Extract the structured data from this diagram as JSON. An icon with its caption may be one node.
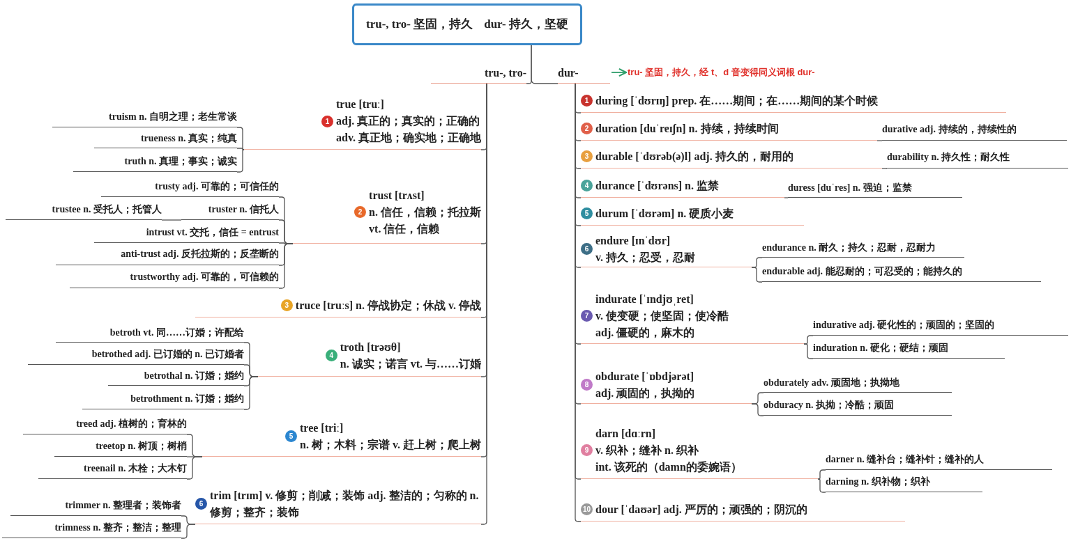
{
  "diagram": {
    "nodes": [
      {
        "text": [
          "tru-, tro- 坚固，持久",
          "dur- 持久，坚硬"
        ]
      },
      {
        "text": [
          "tru-, tro-"
        ]
      },
      {
        "text": [
          "dur-"
        ]
      },
      {
        "text": [
          "tru- 坚固，持久，经 t、d 音变得同义词根 dur-"
        ]
      },
      {
        "text": [
          "1",
          "true [truː]",
          "adj. 真正的；真实的；正确的",
          "adv. 真正地；确实地；正确地"
        ]
      },
      {
        "text": [
          "truism n. 自明之理；老生常谈"
        ]
      },
      {
        "text": [
          "trueness n. 真实；纯真"
        ]
      },
      {
        "text": [
          "truth n. 真理；事实；诚实"
        ]
      },
      {
        "text": [
          "2",
          "trust [trʌst]",
          "n. 信任，信赖；托拉斯",
          "vt. 信任，信赖"
        ]
      },
      {
        "text": [
          "trusty adj. 可靠的；可信任的"
        ]
      },
      {
        "text": [
          "trustee n. 受托人；托管人"
        ]
      },
      {
        "text": [
          "truster n. 信托人"
        ]
      },
      {
        "text": [
          "intrust vt. 交托，信任 = entrust"
        ]
      },
      {
        "text": [
          "anti-trust adj. 反托拉斯的；反垄断的"
        ]
      },
      {
        "text": [
          "trustworthy adj. 可靠的，可信赖的"
        ]
      },
      {
        "text": [
          "3",
          "truce [truːs] n. 停战协定；休战 v. 停战"
        ]
      },
      {
        "text": [
          "4",
          "troth [trəʊθ]",
          "n. 诚实；诺言 vt. 与……订婚"
        ]
      },
      {
        "text": [
          "betroth vt. 同……订婚；许配给"
        ]
      },
      {
        "text": [
          "betrothed adj. 已订婚的 n. 已订婚者"
        ]
      },
      {
        "text": [
          "betrothal n. 订婚；婚约"
        ]
      },
      {
        "text": [
          "betrothment n. 订婚；婚约"
        ]
      },
      {
        "text": [
          "5",
          "tree [triː]",
          "n. 树；木料；宗谱 v. 赶上树；爬上树"
        ]
      },
      {
        "text": [
          "treed adj. 植树的；育林的"
        ]
      },
      {
        "text": [
          "treetop n. 树顶；树梢"
        ]
      },
      {
        "text": [
          "treenail n. 木栓；大木钉"
        ]
      },
      {
        "text": [
          "6",
          "trim [trɪm] v. 修剪；削减；装饰 adj. 整洁的；匀称的 n. 修剪；整齐；装饰"
        ]
      },
      {
        "text": [
          "trimmer n. 整理者；装饰者"
        ]
      },
      {
        "text": [
          "trimness n. 整齐；整洁；整理"
        ]
      },
      {
        "text": [
          "1",
          "during [ˈdʊrɪŋ] prep. 在……期间；在……期间的某个时候"
        ]
      },
      {
        "text": [
          "2",
          "duration [duˈreɪʃn] n. 持续，持续时间"
        ]
      },
      {
        "text": [
          "durative adj. 持续的，持续性的"
        ]
      },
      {
        "text": [
          "3",
          "durable [ˈdʊrəb(ə)l] adj. 持久的，耐用的"
        ]
      },
      {
        "text": [
          "durability n. 持久性；耐久性"
        ]
      },
      {
        "text": [
          "4",
          "durance [ˈdʊrəns] n. 监禁"
        ]
      },
      {
        "text": [
          "duress [duˈres] n. 强迫；监禁"
        ]
      },
      {
        "text": [
          "5",
          "durum [ˈdʊrəm] n. 硬质小麦"
        ]
      },
      {
        "text": [
          "6",
          "endure [ɪnˈdʊr]",
          "v. 持久；忍受，忍耐"
        ]
      },
      {
        "text": [
          "endurance n. 耐久；持久；忍耐，忍耐力"
        ]
      },
      {
        "text": [
          "endurable adj. 能忍耐的；可忍受的；能持久的"
        ]
      },
      {
        "text": [
          "7",
          "indurate [ˈɪndjʊˌret]",
          "v. 使变硬；使坚固；使冷酷",
          "adj. 僵硬的，麻木的"
        ]
      },
      {
        "text": [
          "indurative adj. 硬化性的；顽固的；坚固的"
        ]
      },
      {
        "text": [
          "induration n. 硬化；硬结；顽固"
        ]
      },
      {
        "text": [
          "8",
          "obdurate [ˈɒbdjərət]",
          "adj. 顽固的，执拗的"
        ]
      },
      {
        "text": [
          "obdurately adv. 顽固地；执拗地"
        ]
      },
      {
        "text": [
          "obduracy n. 执拗；冷酷；顽固"
        ]
      },
      {
        "text": [
          "9",
          "darn [dɑːrn]",
          "v. 织补；缝补 n. 织补",
          "int. 该死的（damn的委婉语）"
        ]
      },
      {
        "text": [
          "darner n. 缝补台；缝补针；缝补的人"
        ]
      },
      {
        "text": [
          "darning n. 织补物；织补"
        ]
      },
      {
        "text": [
          "10",
          "dour [ˈdaʊər] adj. 严厉的；顽强的；阴沉的"
        ]
      }
    ],
    "edges": [
      {
        "from": 0,
        "to": 1,
        "arrow": "none"
      },
      {
        "from": 0,
        "to": 2,
        "arrow": "none"
      },
      {
        "from": 2,
        "to": 3,
        "arrow": "to",
        "color": "#2e9e6a"
      },
      {
        "from": 1,
        "to": 4,
        "arrow": "none"
      },
      {
        "from": 4,
        "to": 5,
        "arrow": "none"
      },
      {
        "from": 4,
        "to": 6,
        "arrow": "none"
      },
      {
        "from": 4,
        "to": 7,
        "arrow": "none"
      },
      {
        "from": 1,
        "to": 8,
        "arrow": "none"
      },
      {
        "from": 8,
        "to": 9,
        "arrow": "none"
      },
      {
        "from": 8,
        "to": 11,
        "arrow": "none"
      },
      {
        "from": 11,
        "to": 10,
        "arrow": "none"
      },
      {
        "from": 8,
        "to": 12,
        "arrow": "none"
      },
      {
        "from": 8,
        "to": 13,
        "arrow": "none"
      },
      {
        "from": 8,
        "to": 14,
        "arrow": "none"
      },
      {
        "from": 1,
        "to": 15,
        "arrow": "none"
      },
      {
        "from": 1,
        "to": 16,
        "arrow": "none"
      },
      {
        "from": 16,
        "to": 17,
        "arrow": "none"
      },
      {
        "from": 16,
        "to": 18,
        "arrow": "none"
      },
      {
        "from": 16,
        "to": 19,
        "arrow": "none"
      },
      {
        "from": 16,
        "to": 20,
        "arrow": "none"
      },
      {
        "from": 1,
        "to": 21,
        "arrow": "none"
      },
      {
        "from": 21,
        "to": 22,
        "arrow": "none"
      },
      {
        "from": 21,
        "to": 23,
        "arrow": "none"
      },
      {
        "from": 21,
        "to": 24,
        "arrow": "none"
      },
      {
        "from": 1,
        "to": 25,
        "arrow": "none"
      },
      {
        "from": 25,
        "to": 26,
        "arrow": "none"
      },
      {
        "from": 25,
        "to": 27,
        "arrow": "none"
      },
      {
        "from": 2,
        "to": 28,
        "arrow": "none"
      },
      {
        "from": 2,
        "to": 29,
        "arrow": "none"
      },
      {
        "from": 29,
        "to": 30,
        "arrow": "none"
      },
      {
        "from": 2,
        "to": 31,
        "arrow": "none"
      },
      {
        "from": 31,
        "to": 32,
        "arrow": "none"
      },
      {
        "from": 2,
        "to": 33,
        "arrow": "none"
      },
      {
        "from": 33,
        "to": 34,
        "arrow": "none"
      },
      {
        "from": 2,
        "to": 35,
        "arrow": "none"
      },
      {
        "from": 2,
        "to": 36,
        "arrow": "none"
      },
      {
        "from": 36,
        "to": 37,
        "arrow": "none"
      },
      {
        "from": 36,
        "to": 38,
        "arrow": "none"
      },
      {
        "from": 2,
        "to": 39,
        "arrow": "none"
      },
      {
        "from": 39,
        "to": 40,
        "arrow": "none"
      },
      {
        "from": 39,
        "to": 41,
        "arrow": "none"
      },
      {
        "from": 2,
        "to": 42,
        "arrow": "none"
      },
      {
        "from": 42,
        "to": 43,
        "arrow": "none"
      },
      {
        "from": 42,
        "to": 44,
        "arrow": "none"
      },
      {
        "from": 2,
        "to": 45,
        "arrow": "none"
      },
      {
        "from": 45,
        "to": 46,
        "arrow": "none"
      },
      {
        "from": 45,
        "to": 47,
        "arrow": "none"
      },
      {
        "from": 2,
        "to": 48,
        "arrow": "none"
      }
    ]
  }
}
